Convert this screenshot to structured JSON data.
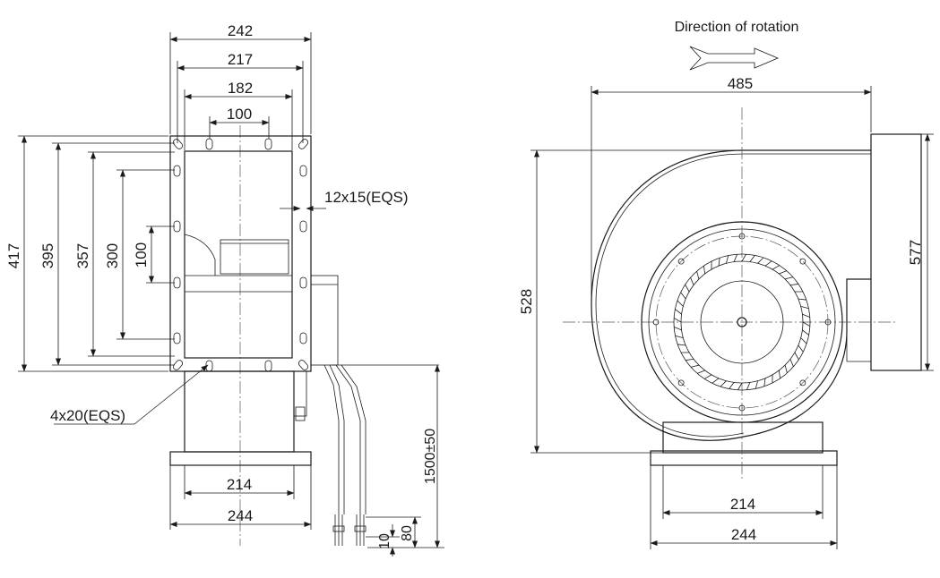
{
  "labels": {
    "direction": "Direction of rotation",
    "d242": "242",
    "d217": "217",
    "d182": "182",
    "d100_top": "100",
    "d417": "417",
    "d395": "395",
    "d357": "357",
    "d300": "300",
    "d100_side": "100",
    "slot": "12x15(EQS)",
    "hole": "4x20(EQS)",
    "d214_left": "214",
    "d244_left": "244",
    "cable": "1500±50",
    "d10": "10",
    "d80": "80",
    "d485": "485",
    "d528": "528",
    "d577": "577",
    "d214_right": "214",
    "d244_right": "244"
  },
  "colors": {
    "line": "#1a1a1a",
    "center": "#555555",
    "background": "#ffffff"
  }
}
